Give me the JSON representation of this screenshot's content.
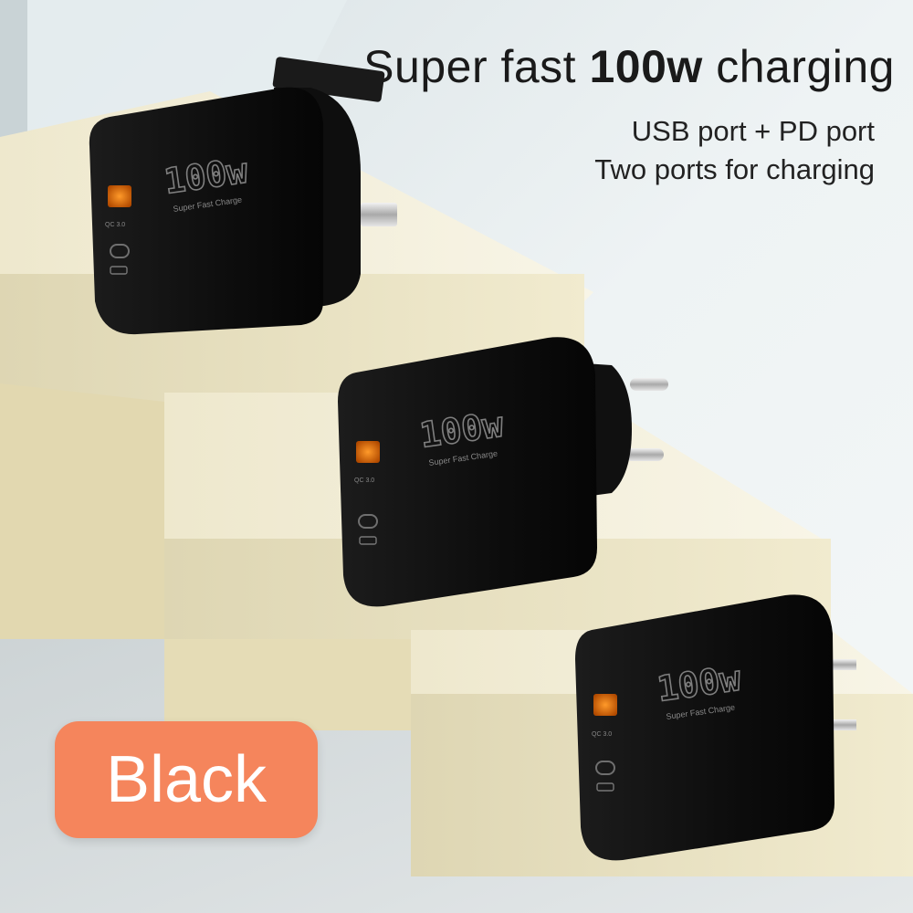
{
  "headline": {
    "prefix": "Super fast ",
    "power": "100w",
    "suffix": " charging"
  },
  "subheadline": {
    "line1": "USB port + PD port",
    "line2": "Two ports for charging"
  },
  "color_badge": {
    "label": "Black",
    "color": "#f5855c"
  },
  "charger": {
    "brand_power": "100w",
    "brand_text": "Super Fast Charge",
    "port_label": "QC 3.0"
  },
  "colors": {
    "charger_body": "#111111",
    "step_face": "#e9e0bd",
    "step_top": "#f3eed6",
    "wall": "#e7eef1",
    "floor": "#cfd6d8"
  }
}
